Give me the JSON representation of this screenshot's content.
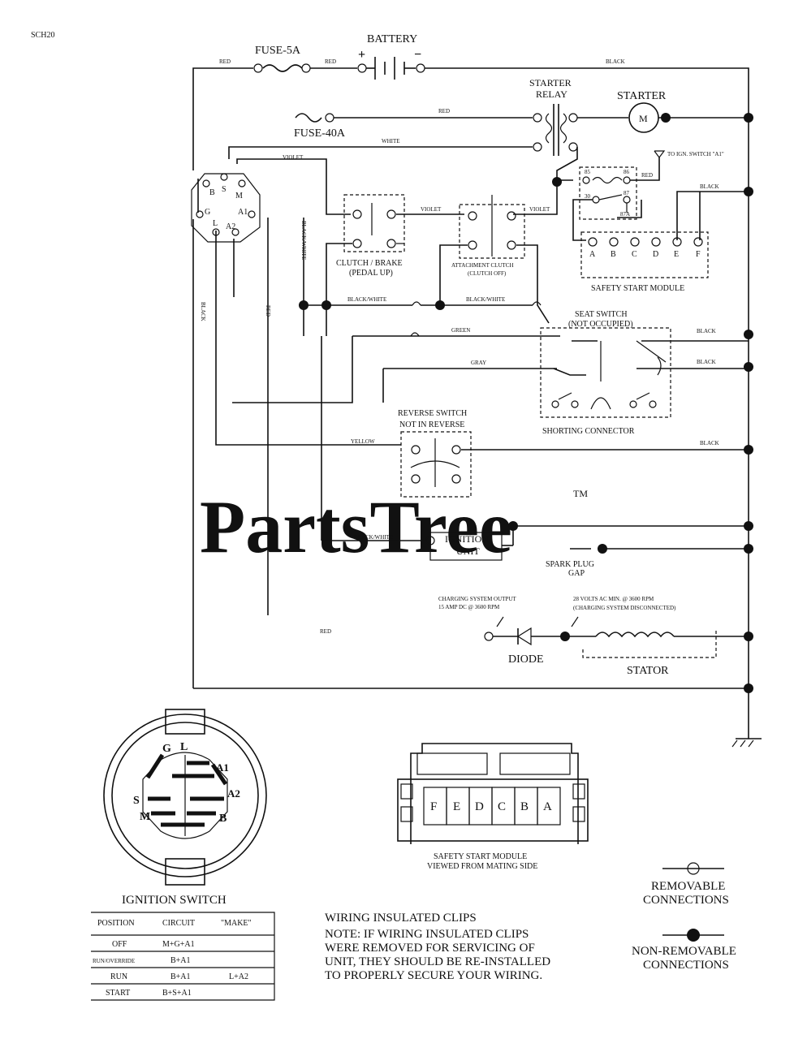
{
  "page_code": "SCH20",
  "watermark": {
    "text": "PartsTree",
    "tm": "TM"
  },
  "components": {
    "battery": "BATTERY",
    "battery_plus": "+",
    "battery_minus": "−",
    "fuse_5a": "FUSE-5A",
    "fuse_40a": "FUSE-40A",
    "starter_relay_1": "STARTER",
    "starter_relay_2": "RELAY",
    "starter": "STARTER",
    "motor": "M",
    "ign_switch_a": "TO IGN. SWITCH \"A1\"",
    "clutch_brake_1": "CLUTCH / BRAKE",
    "clutch_brake_2": "(PEDAL UP)",
    "attach_clutch_1": "ATTACHMENT CLUTCH",
    "attach_clutch_2": "(CLUTCH OFF)",
    "safety_module": "SAFETY START MODULE",
    "seat_switch_1": "SEAT SWITCH",
    "seat_switch_2": "(NOT OCCUPIED)",
    "shorting_connector": "SHORTING CONNECTOR",
    "reverse_switch_1": "REVERSE SWITCH",
    "reverse_switch_2": "NOT IN REVERSE",
    "ignition_unit_1": "IGNITION",
    "ignition_unit_2": "UNIT",
    "spark_plug_1": "SPARK PLUG",
    "spark_plug_2": "GAP",
    "charging_1": "CHARGING SYSTEM OUTPUT",
    "charging_2": "15 AMP DC @ 3600 RPM",
    "volts_1": "28 VOLTS AC MIN. @ 3600 RPM",
    "volts_2": "(CHARGING SYSTEM DISCONNECTED)",
    "diode": "DIODE",
    "stator": "STATOR"
  },
  "relay_pins": [
    "85",
    "86",
    "30",
    "87",
    "87A"
  ],
  "module_pins": [
    "A",
    "B",
    "C",
    "D",
    "E",
    "F"
  ],
  "switch_terminals": [
    "B",
    "S",
    "M",
    "G",
    "A1",
    "L",
    "A2"
  ],
  "wires": {
    "red": "RED",
    "black": "BLACK",
    "white": "WHITE",
    "violet": "VIOLET",
    "black_white": "BLACK/WHITE",
    "green": "GREEN",
    "gray": "GRAY",
    "yellow": "YELLOW"
  },
  "ignition_switch": {
    "title": "IGNITION SWITCH",
    "letters": {
      "G": "G",
      "L": "L",
      "A1": "A1",
      "S": "S",
      "A2": "A2",
      "M": "M",
      "B": "B"
    },
    "table_headers": [
      "POSITION",
      "CIRCUIT",
      "\"MAKE\""
    ],
    "rows": [
      {
        "position": "OFF",
        "circuit": "M+G+A1",
        "extra": ""
      },
      {
        "position": "RUN/OVERRIDE",
        "circuit": "B+A1",
        "extra": ""
      },
      {
        "position": "RUN",
        "circuit": "B+A1",
        "extra": "L+A2"
      },
      {
        "position": "START",
        "circuit": "B+S+A1",
        "extra": ""
      }
    ]
  },
  "module_view": {
    "letters": [
      "F",
      "E",
      "D",
      "C",
      "B",
      "A"
    ],
    "caption_1": "SAFETY START MODULE",
    "caption_2": "VIEWED FROM MATING SIDE"
  },
  "note": {
    "line1": "WIRING INSULATED CLIPS",
    "line2": "NOTE: IF WIRING INSULATED CLIPS",
    "line3": "WERE REMOVED FOR SERVICING OF",
    "line4": "UNIT, THEY SHOULD BE RE-INSTALLED",
    "line5": "TO PROPERLY SECURE YOUR WIRING."
  },
  "legend": {
    "removable_1": "REMOVABLE",
    "removable_2": "CONNECTIONS",
    "nonremovable_1": "NON-REMOVABLE",
    "nonremovable_2": "CONNECTIONS"
  }
}
